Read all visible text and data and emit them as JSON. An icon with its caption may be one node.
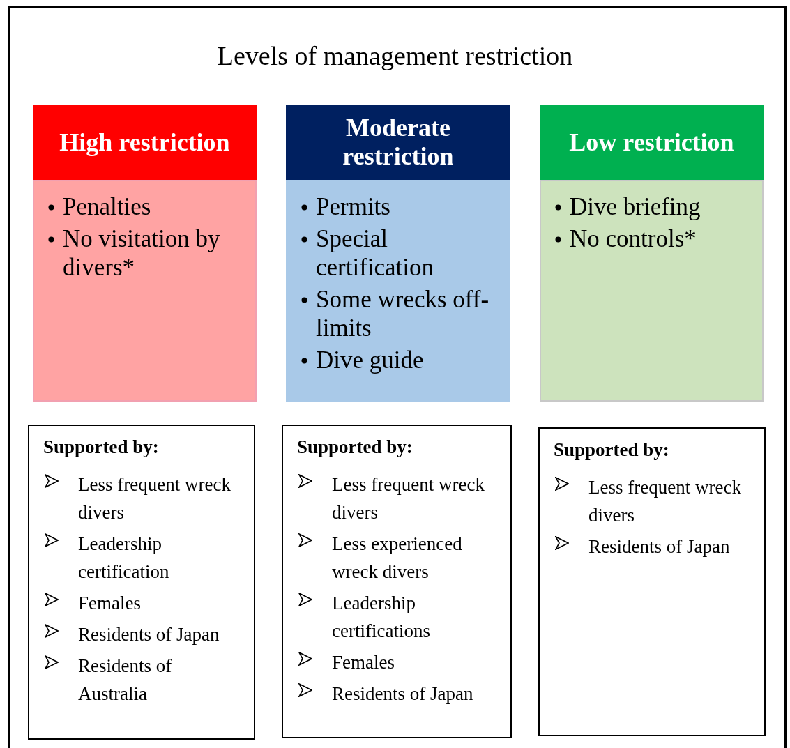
{
  "diagram": {
    "title": "Levels of management restriction",
    "nodes": [
      {
        "text": [
          "High restriction"
        ]
      },
      {
        "text": [
          "Moderate restriction"
        ]
      },
      {
        "text": [
          "Low restriction"
        ]
      },
      {
        "text": [
          "Penalties",
          "No visitation by divers*"
        ]
      },
      {
        "text": [
          "Permits",
          "Special certification",
          "Some wrecks off-limits",
          "Dive guide"
        ]
      },
      {
        "text": [
          "Dive briefing",
          "No controls*"
        ]
      },
      {
        "text": [
          "Supported by:",
          "Less frequent wreck divers",
          "Leadership certification",
          "Females",
          "Residents of Japan",
          "Residents of Australia"
        ]
      },
      {
        "text": [
          "Supported by:",
          "Less frequent wreck divers",
          "Less experienced wreck divers",
          "Leadership certifications",
          "Females",
          "Residents of Japan"
        ]
      },
      {
        "text": [
          "Supported by:",
          "Less frequent wreck divers",
          "Residents of Japan"
        ]
      }
    ],
    "edges": []
  }
}
